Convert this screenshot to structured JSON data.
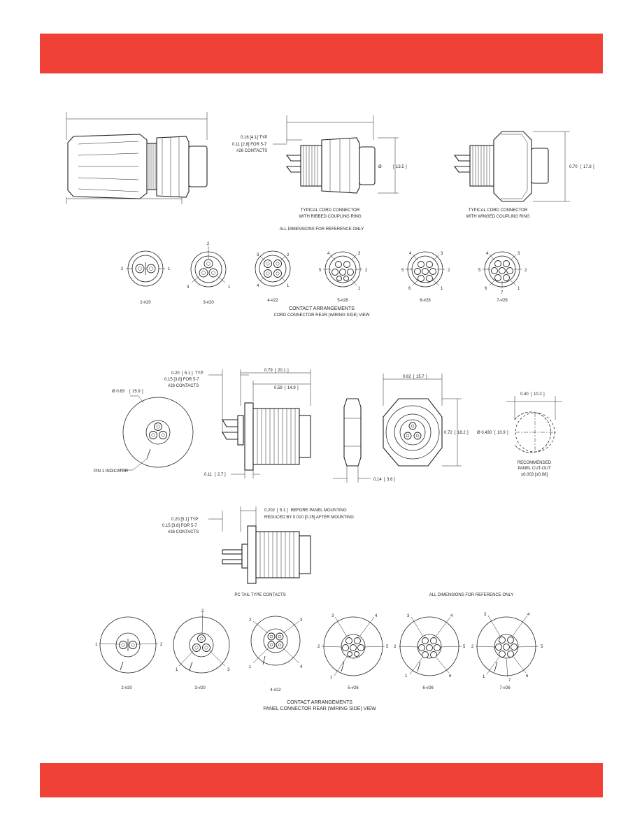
{
  "colors": {
    "band": "#ef4136",
    "ink": "#231f20"
  },
  "cord": {
    "ribbed": {
      "dim_16": "0.16 [4.1] TYP",
      "dim_11": "0.11 [2.8] FOR 5-7",
      "dim_26": "#26 CONTACTS",
      "dia_symbol": "Ø",
      "dia_value": "13.5",
      "caption_1": "TYPICAL CORD CONNECTOR",
      "caption_2": "WITH RIBBED COUPLING RING"
    },
    "winged": {
      "dim_70": "0.70",
      "dim_178": "17.8",
      "caption_1": "TYPICAL CORD CONNECTOR",
      "caption_2": "WITH WINGED COUPLING RING"
    },
    "note": "ALL DIMENSIONS FOR REFERENCE ONLY",
    "arrangements": [
      {
        "label": "2-#20",
        "pins": [
          "1",
          "2"
        ]
      },
      {
        "label": "3-#20",
        "pins": [
          "1",
          "2",
          "3"
        ]
      },
      {
        "label": "4-#22",
        "pins": [
          "1",
          "2",
          "3",
          "4"
        ]
      },
      {
        "label": "5-#26",
        "pins": [
          "1",
          "2",
          "3",
          "4",
          "5"
        ]
      },
      {
        "label": "6-#26",
        "pins": [
          "1",
          "2",
          "3",
          "4",
          "5",
          "6"
        ]
      },
      {
        "label": "7-#26",
        "pins": [
          "1",
          "2",
          "3",
          "4",
          "5",
          "6",
          "7"
        ]
      }
    ],
    "arr_caption_1": "CONTACT ARRANGEMENTS",
    "arr_caption_2": "CORD CONNECTOR REAR (WIRING SIDE) VIEW"
  },
  "panel": {
    "dia_063": "Ø 0.63",
    "dia_159": "15.9",
    "pin1_indicator": "PIN 1 INDICATOR",
    "dim_020": "0.20",
    "dim_51": "5.1",
    "dim_typ": "TYP",
    "dim_015": "0.15 [3.8] FOR 5-7",
    "dim_26c": "#26 CONTACTS",
    "dim_079": "0.79",
    "dim_201": "20.1",
    "dim_059": "0.59",
    "dim_149": "14.9",
    "dim_011": "0.11",
    "dim_27": "2.7",
    "dim_014": "0.14",
    "dim_36": "3.6",
    "dim_062": "0.62",
    "dim_157": "15.7",
    "dim_072": "0.72",
    "dim_182": "18.2",
    "dim_040": "0.40",
    "dim_102": "10.2",
    "dim_0430": "Ø 0.430",
    "dim_109": "10.9",
    "cutout_1": "RECOMMENDED",
    "cutout_2": "PANEL CUT-OUT",
    "cutout_3": "±0.003 [±0.08]",
    "pc_dim_020": "0.20 [5.1] TYP",
    "pc_dim_015": "0.15 [3.8] FOR 5-7",
    "pc_dim_26": "#26 CONTACTS",
    "pc_0202": "0.202",
    "pc_51": "5.1",
    "pc_before": "BEFORE PANEL MOUNTING",
    "pc_reduced": "REDUCED BY 0.010 [0.25] AFTER MOUNTING",
    "pc_caption": "PC TAIL TYPE CONTACTS",
    "note": "ALL DIMENSIONS FOR REFERENCE ONLY",
    "arrangements": [
      {
        "label": "2-#20",
        "pins": [
          "1",
          "2"
        ]
      },
      {
        "label": "3-#20",
        "pins": [
          "1",
          "2",
          "3"
        ]
      },
      {
        "label": "4-#22",
        "pins": [
          "1",
          "2",
          "3",
          "4"
        ]
      },
      {
        "label": "5-#26",
        "pins": [
          "1",
          "2",
          "3",
          "4",
          "5"
        ]
      },
      {
        "label": "6-#26",
        "pins": [
          "1",
          "2",
          "3",
          "4",
          "5",
          "6"
        ]
      },
      {
        "label": "7-#26",
        "pins": [
          "1",
          "2",
          "3",
          "4",
          "5",
          "6",
          "7"
        ]
      }
    ],
    "arr_caption_1": "CONTACT ARRANGEMENTS",
    "arr_caption_2": "PANEL CONNECTOR REAR (WIRING SIDE) VIEW"
  }
}
